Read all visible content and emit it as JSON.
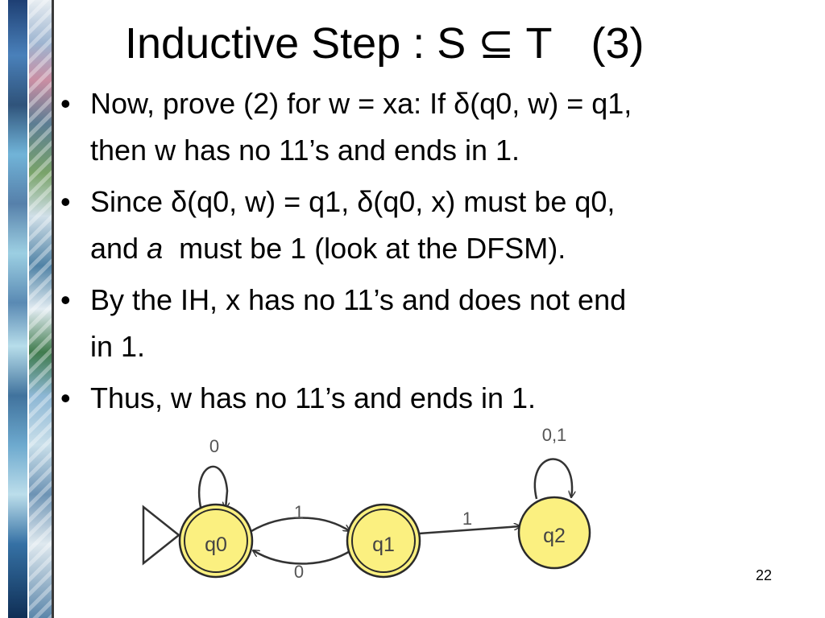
{
  "slide": {
    "title_parts": [
      "Inductive Step : S ",
      "⊆",
      " T",
      "(3)"
    ],
    "page_number": "22"
  },
  "bullets": [
    {
      "lines": [
        [
          "Now, prove (2) for w = xa: If ",
          "δ",
          "(q0, w) = q1,"
        ],
        [
          "then w has no 11’s and ends in 1."
        ]
      ]
    },
    {
      "lines": [
        [
          "Since ",
          "δ",
          "(q0, w) = q1, ",
          "δ",
          "(q0, x) must be q0,"
        ],
        [
          "and ",
          "a",
          "  must be 1 (look at the DFSM)."
        ]
      ]
    },
    {
      "lines": [
        [
          "By the IH, x has no 11’s and does not end"
        ],
        [
          "in 1."
        ]
      ]
    },
    {
      "lines": [
        [
          "Thus, w has no 11’s and ends in 1."
        ]
      ]
    }
  ],
  "dfsm": {
    "states": [
      {
        "id": "q0",
        "label": "q0",
        "start": true,
        "accepting": true
      },
      {
        "id": "q1",
        "label": "q1",
        "start": false,
        "accepting": true
      },
      {
        "id": "q2",
        "label": "q2",
        "start": false,
        "accepting": false
      }
    ],
    "transitions": [
      {
        "from": "q0",
        "to": "q0",
        "label": "0"
      },
      {
        "from": "q0",
        "to": "q1",
        "label": "1"
      },
      {
        "from": "q1",
        "to": "q0",
        "label": "0"
      },
      {
        "from": "q1",
        "to": "q2",
        "label": "1"
      },
      {
        "from": "q2",
        "to": "q2",
        "label": "0,1"
      }
    ],
    "colors": {
      "state_fill": "#fbf080",
      "state_stroke": "#2a2a2a",
      "edge": "#333333",
      "label": "#555555"
    }
  }
}
